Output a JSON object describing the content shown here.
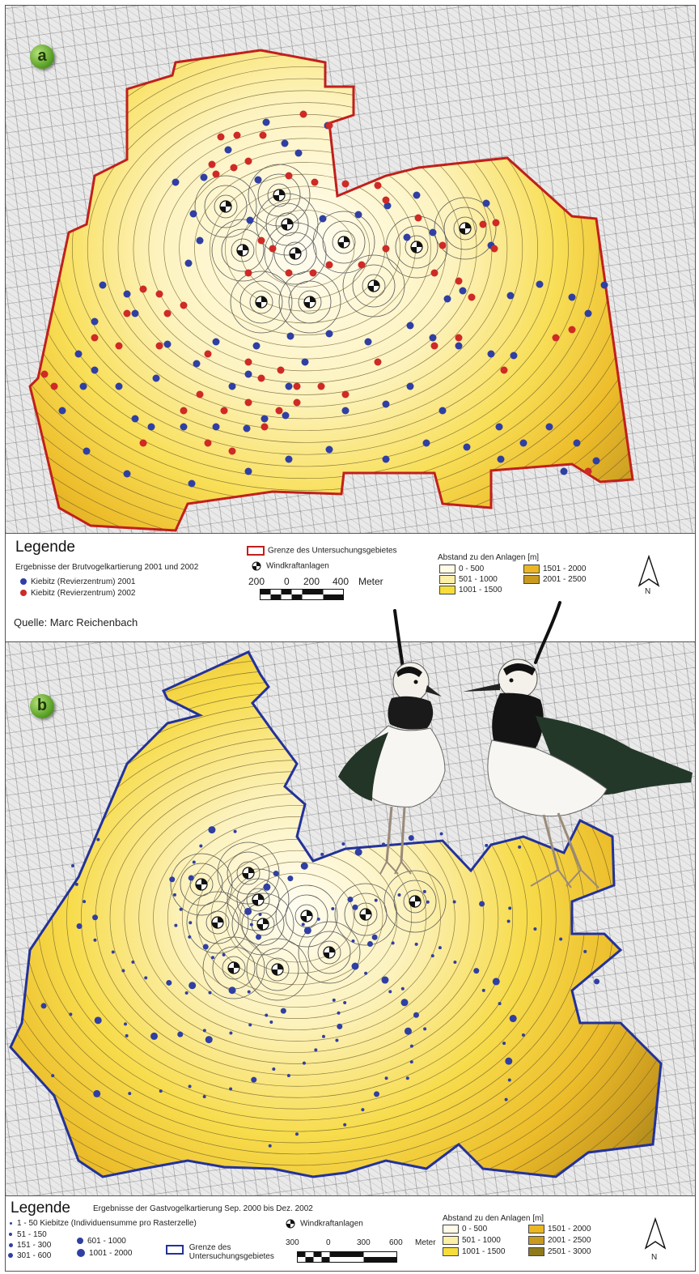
{
  "panel_a": {
    "letter": "a",
    "legend": {
      "title": "Legende",
      "subtitle": "Ergebnisse der Brutvogelkartierung 2001 und 2002",
      "item_2001": "Kiebitz (Revierzentrum) 2001",
      "item_2002": "Kiebitz (Revierzentrum) 2002",
      "boundary": "Grenze des Untersuchungsgebietes",
      "turbines": "Windkraftanlagen",
      "scale": {
        "ticks": [
          "200",
          "0",
          "200",
          "400"
        ],
        "unit": "Meter"
      },
      "distance_title": "Abstand zu den Anlagen [m]",
      "distance_classes": [
        {
          "label": "0 - 500",
          "color": "#fffbe6"
        },
        {
          "label": "501 - 1000",
          "color": "#fbf0a6"
        },
        {
          "label": "1001 - 1500",
          "color": "#f7dd3a"
        },
        {
          "label": "1501 - 2000",
          "color": "#ebb623"
        },
        {
          "label": "2001 - 2500",
          "color": "#c99a1e"
        }
      ],
      "north": "N"
    }
  },
  "source": "Quelle: Marc Reichenbach",
  "panel_b": {
    "letter": "b",
    "legend": {
      "title": "Legende",
      "subtitle": "Ergebnisse der Gastvogelkartierung  Sep. 2000 bis Dez. 2002",
      "size_classes": [
        {
          "label": "1 - 50  Kiebitze (Individuensumme pro Rasterzelle)",
          "r": 1.5
        },
        {
          "label": "51 - 150",
          "r": 2
        },
        {
          "label": "151 - 300",
          "r": 2.5
        },
        {
          "label": "301 - 600",
          "r": 3
        },
        {
          "label": "601 - 1000",
          "r": 4
        },
        {
          "label": "1001 - 2000",
          "r": 5
        }
      ],
      "boundary_1": "Grenze des",
      "boundary_2": "Untersuchungsgebietes",
      "turbines": "Windkraftanlagen",
      "scale": {
        "ticks": [
          "300",
          "0",
          "300",
          "600"
        ],
        "unit": "Meter"
      },
      "distance_title": "Abstand zu den Anlagen [m]",
      "distance_classes": [
        {
          "label": "0 - 500",
          "color": "#fffbe6"
        },
        {
          "label": "501 - 1000",
          "color": "#fbf0a6"
        },
        {
          "label": "1001 - 1500",
          "color": "#f7dd3a"
        },
        {
          "label": "1501 - 2000",
          "color": "#ebb623"
        },
        {
          "label": "2001 - 2500",
          "color": "#c99a1e"
        },
        {
          "label": "2501 - 3000",
          "color": "#8e7a1c"
        }
      ],
      "north": "N"
    }
  },
  "colors": {
    "kiebitz_2001": "#2f3fa3",
    "kiebitz_2002": "#cf2a25",
    "boundary_a": "#c0201c",
    "boundary_b": "#23329a"
  }
}
